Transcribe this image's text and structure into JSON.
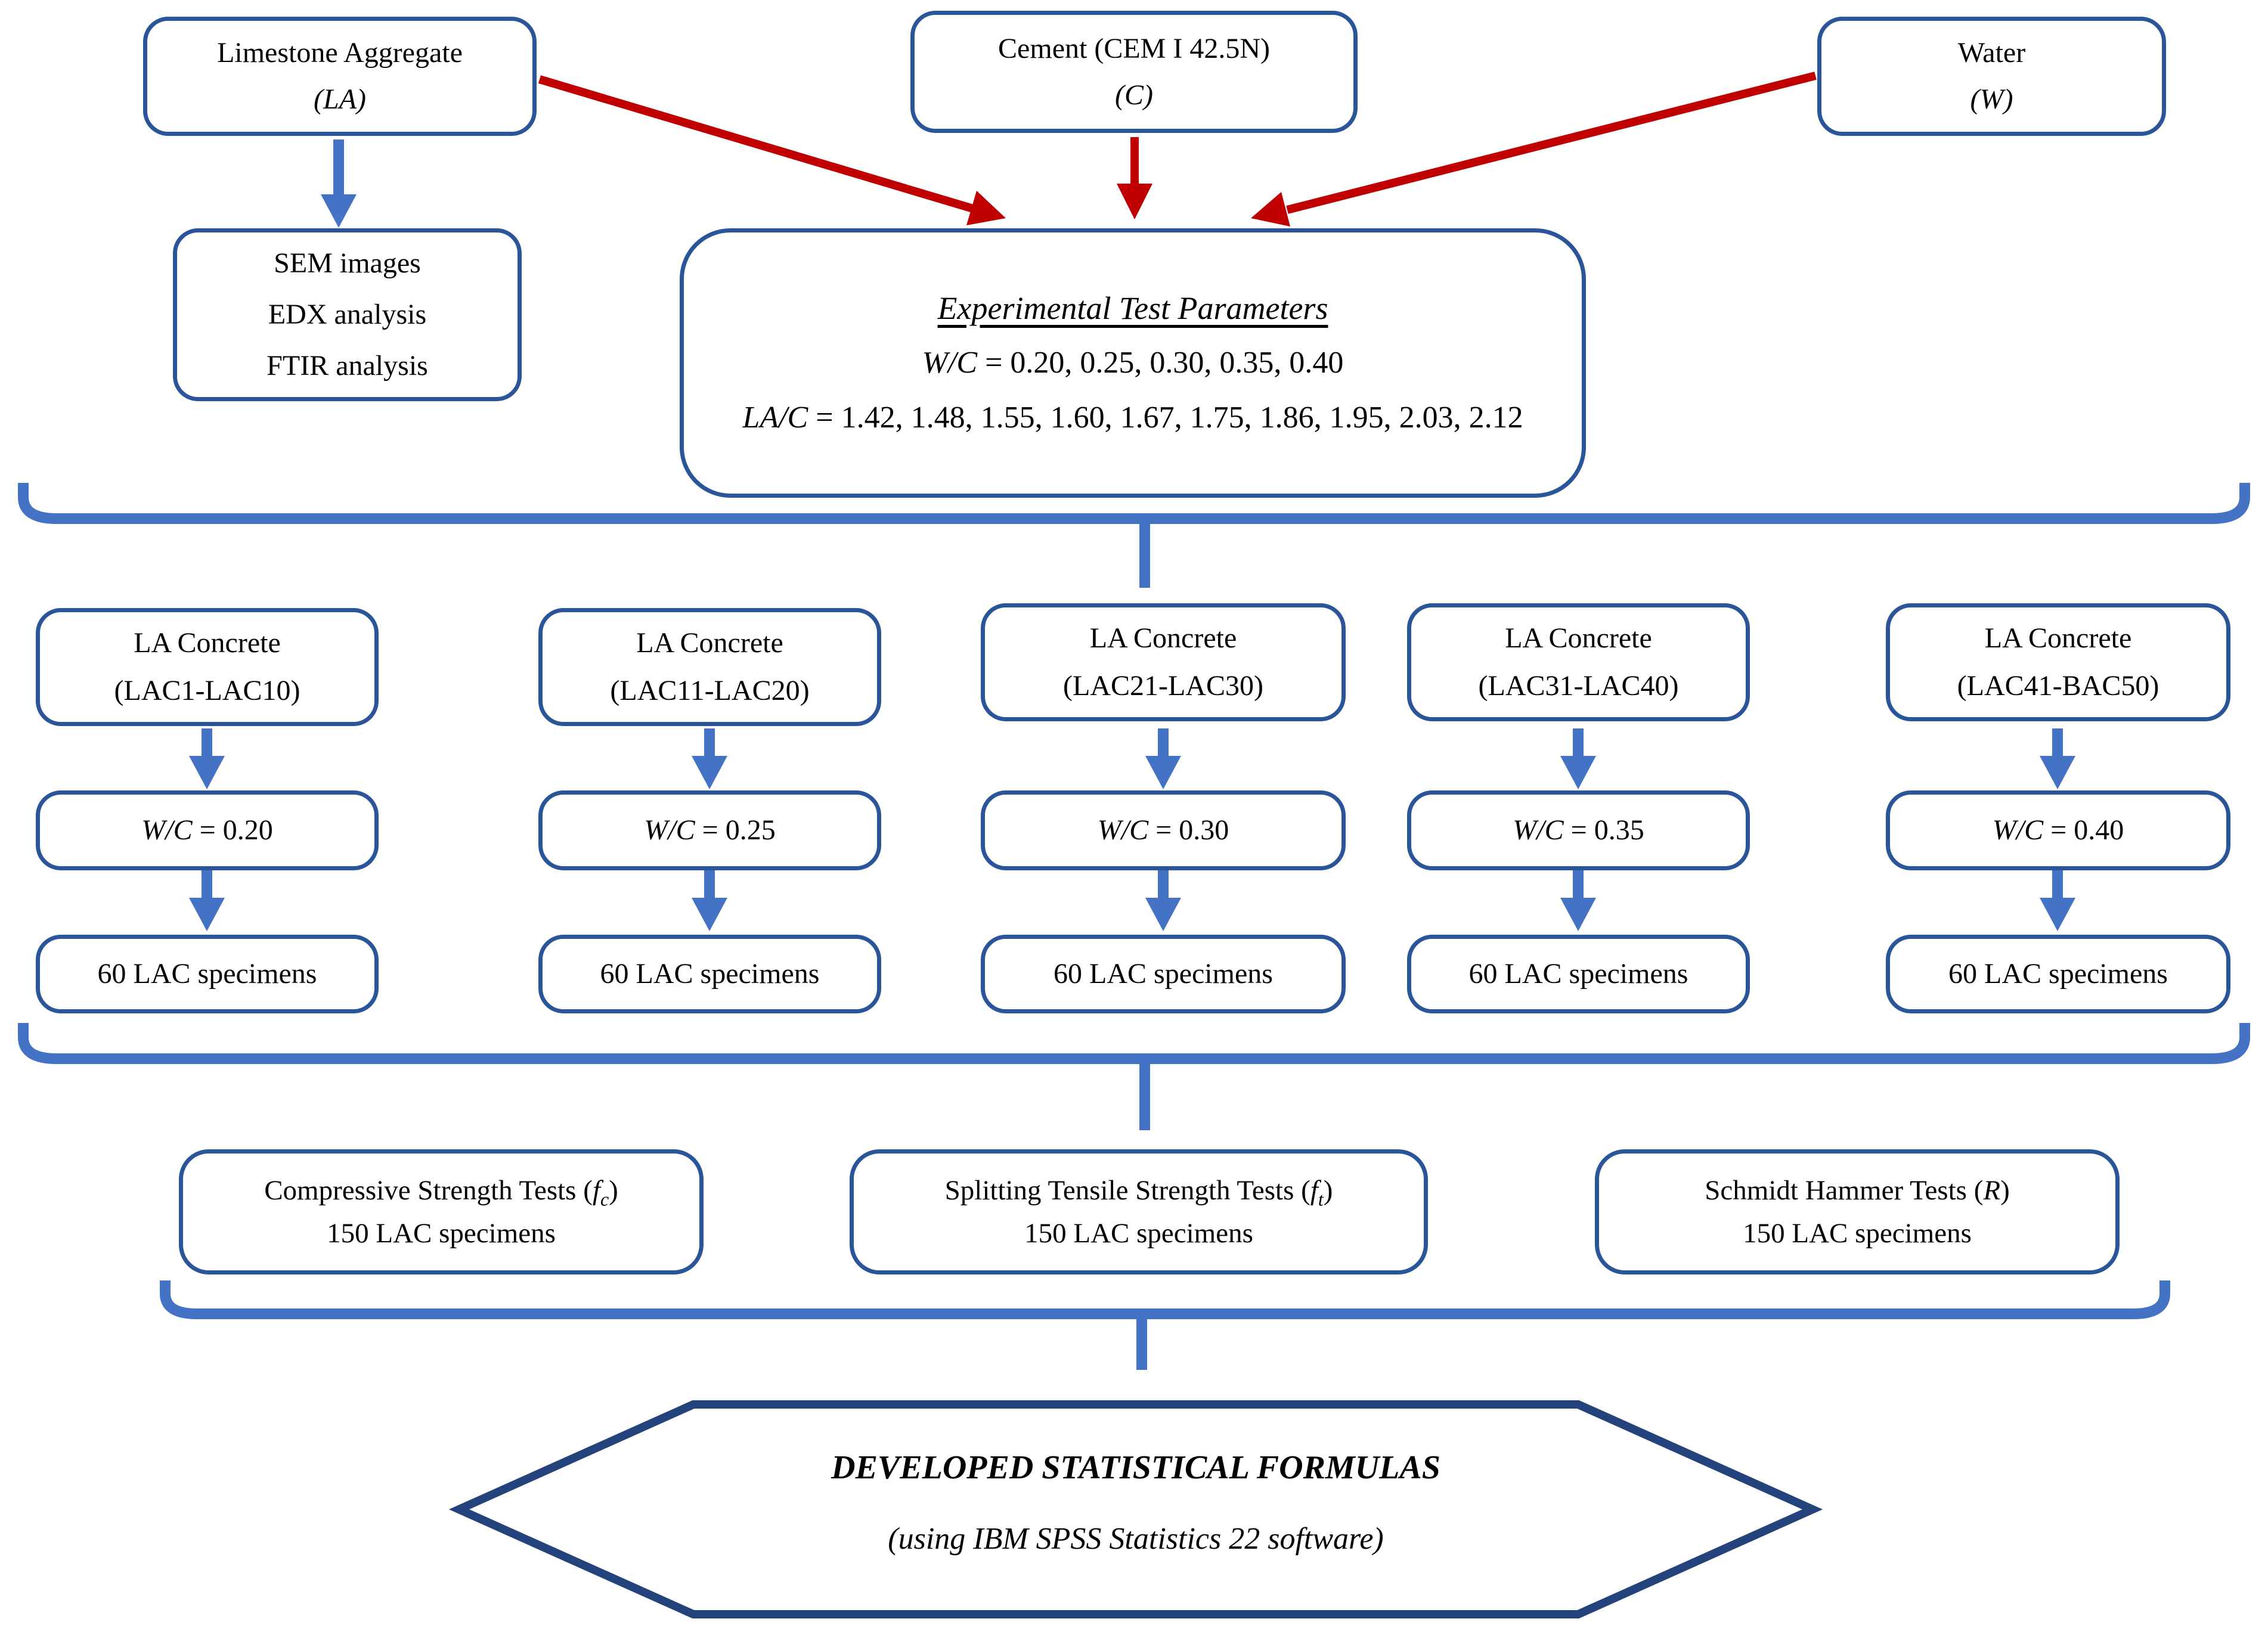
{
  "diagram": {
    "sources": {
      "limestone": {
        "line1": "Limestone Aggregate",
        "abbr": "(LA)"
      },
      "cement": {
        "line1": "Cement (CEM I 42.5N)",
        "abbr": "(C)"
      },
      "water": {
        "line1": "Water",
        "abbr": "(W)"
      }
    },
    "analysis": {
      "line1": "SEM images",
      "line2": "EDX analysis",
      "line3": "FTIR analysis"
    },
    "parameters": {
      "title": "Experimental Test Parameters",
      "wc_var": "W/C",
      "wc_values": " = 0.20, 0.25, 0.30, 0.35, 0.40",
      "lac_var": "LA/C",
      "lac_values": " = 1.42, 1.48, 1.55, 1.60, 1.67, 1.75, 1.86, 1.95, 2.03, 2.12"
    },
    "columns": [
      {
        "title": "LA Concrete",
        "range": "(LAC1-LAC10)",
        "wc_var": "W/C",
        "wc_val": " = 0.20",
        "specimens": "60 LAC specimens"
      },
      {
        "title": "LA Concrete",
        "range": "(LAC11-LAC20)",
        "wc_var": "W/C",
        "wc_val": " = 0.25",
        "specimens": "60 LAC specimens"
      },
      {
        "title": "LA Concrete",
        "range": "(LAC21-LAC30)",
        "wc_var": "W/C",
        "wc_val": " = 0.30",
        "specimens": "60 LAC specimens"
      },
      {
        "title": "LA Concrete",
        "range": "(LAC31-LAC40)",
        "wc_var": "W/C",
        "wc_val": " = 0.35",
        "specimens": "60 LAC specimens"
      },
      {
        "title": "LA Concrete",
        "range": "(LAC41-BAC50)",
        "wc_var": "W/C",
        "wc_val": " = 0.40",
        "specimens": "60 LAC specimens"
      }
    ],
    "tests": [
      {
        "name_pre": "Compressive Strength Tests (",
        "symbol": "f",
        "subscript": "c",
        "name_post": ")",
        "line2": "150 LAC specimens"
      },
      {
        "name_pre": "Splitting Tensile Strength Tests (",
        "symbol": "f",
        "subscript": "t",
        "name_post": ")",
        "line2": "150 LAC specimens"
      },
      {
        "name_pre": "Schmidt Hammer Tests (",
        "symbol": "R",
        "subscript": "",
        "name_post": ")",
        "line2": "150 LAC specimens"
      }
    ],
    "result": {
      "line1": "DEVELOPED STATISTICAL FORMULAS",
      "line2": "(using IBM SPSS Statistics 22 software)"
    }
  },
  "colors": {
    "box_border": "#2a5699",
    "connector_blue": "#4472c4",
    "arrow_red": "#c00000",
    "hexagon_border": "#24437c",
    "text": "#000000",
    "background": "#ffffff"
  }
}
